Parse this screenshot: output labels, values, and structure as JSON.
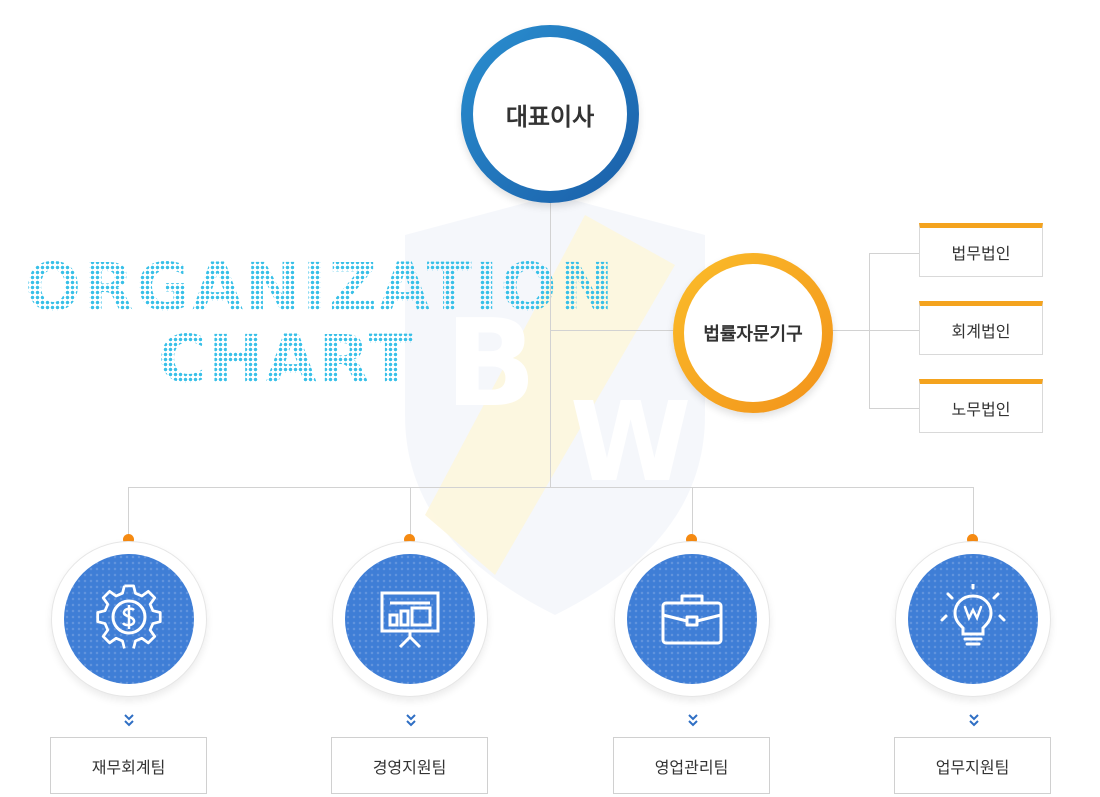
{
  "title": {
    "line1": "ORGANIZATION",
    "line2": "CHART"
  },
  "watermark": {
    "letters": [
      "B",
      "W"
    ]
  },
  "ceo": {
    "label": "대표이사",
    "color": "#1a6ab8"
  },
  "advisory": {
    "label": "법률자문기구",
    "color": "#f59a1b",
    "firms": [
      "법무법인",
      "회계법인",
      "노무법인"
    ]
  },
  "teams": [
    {
      "label": "재무회계팀",
      "icon": "gear-dollar-icon"
    },
    {
      "label": "경영지원팀",
      "icon": "presentation-board-icon"
    },
    {
      "label": "영업관리팀",
      "icon": "briefcase-icon"
    },
    {
      "label": "업무지원팀",
      "icon": "lightbulb-icon"
    }
  ],
  "colors": {
    "team_disc": "#3f7ed6",
    "connector_dot": "#f58a12",
    "chevron": "#2f6fc4"
  }
}
